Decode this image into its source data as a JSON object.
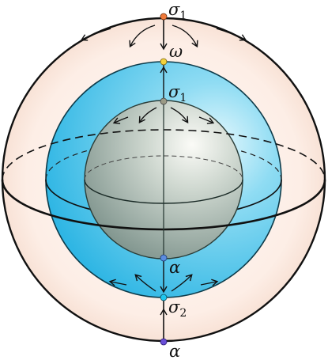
{
  "labels": {
    "top_outer": {
      "symbol": "σ",
      "sub": "1"
    },
    "omega": {
      "symbol": "ω"
    },
    "top_inner": {
      "symbol": "σ",
      "sub": "1"
    },
    "alpha_inner": {
      "symbol": "α"
    },
    "bottom_mid": {
      "symbol": "σ",
      "sub": "2"
    },
    "alpha_bottom": {
      "symbol": "α"
    }
  },
  "colors": {
    "outer_sphere": "#fdeee6",
    "middle_sphere": "#34c3ea",
    "inner_sphere": "#9aaaa2",
    "point_sigma1_outer": "#f07a3a",
    "point_omega": "#f3d23c",
    "point_sigma1_inner": "#9a9a86",
    "point_alpha_inner": "#5b8ce0",
    "point_sigma2": "#1fc6ee",
    "point_alpha_bottom": "#6a4fd8"
  }
}
